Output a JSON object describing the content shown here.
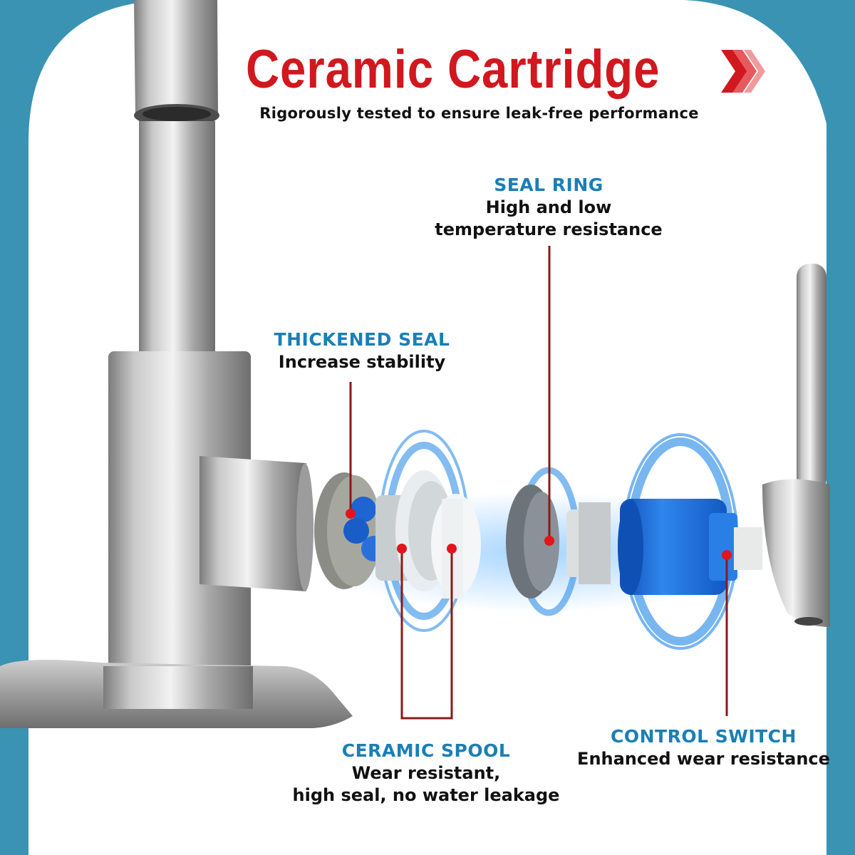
{
  "title": "Ceramic Cartridge",
  "subtitle": "Rigorously tested to ensure leak-free performance",
  "callouts": {
    "seal_ring": {
      "heading": "SEAL RING",
      "line1": "High and low",
      "line2": "temperature resistance"
    },
    "thickened_seal": {
      "heading": "THICKENED SEAL",
      "line1": "Increase stability"
    },
    "ceramic_spool": {
      "heading": "CERAMIC SPOOL",
      "line1": "Wear resistant,",
      "line2": "high seal, no water leakage"
    },
    "control_switch": {
      "heading": "CONTROL SWITCH",
      "line1": "Enhanced wear resistance"
    }
  },
  "colors": {
    "frame": "#3a93b2",
    "panel": "#ffffff",
    "title_red": "#d0181e",
    "heading_blue": "#1a7fb5",
    "leader_line": "#8b1a1a",
    "cartridge_blue": "#1f6fd6"
  }
}
